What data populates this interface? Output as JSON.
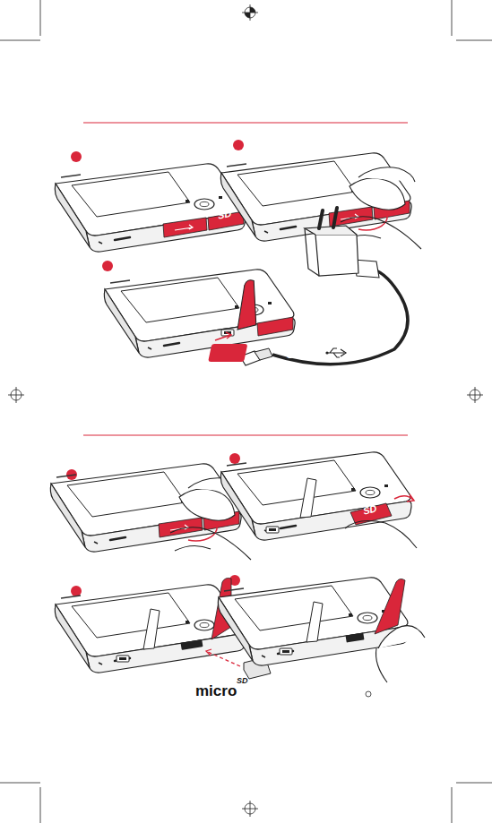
{
  "diagram": {
    "labels": [
      "USB",
      "micro",
      "SD",
      "SD",
      "SD"
    ]
  }
}
